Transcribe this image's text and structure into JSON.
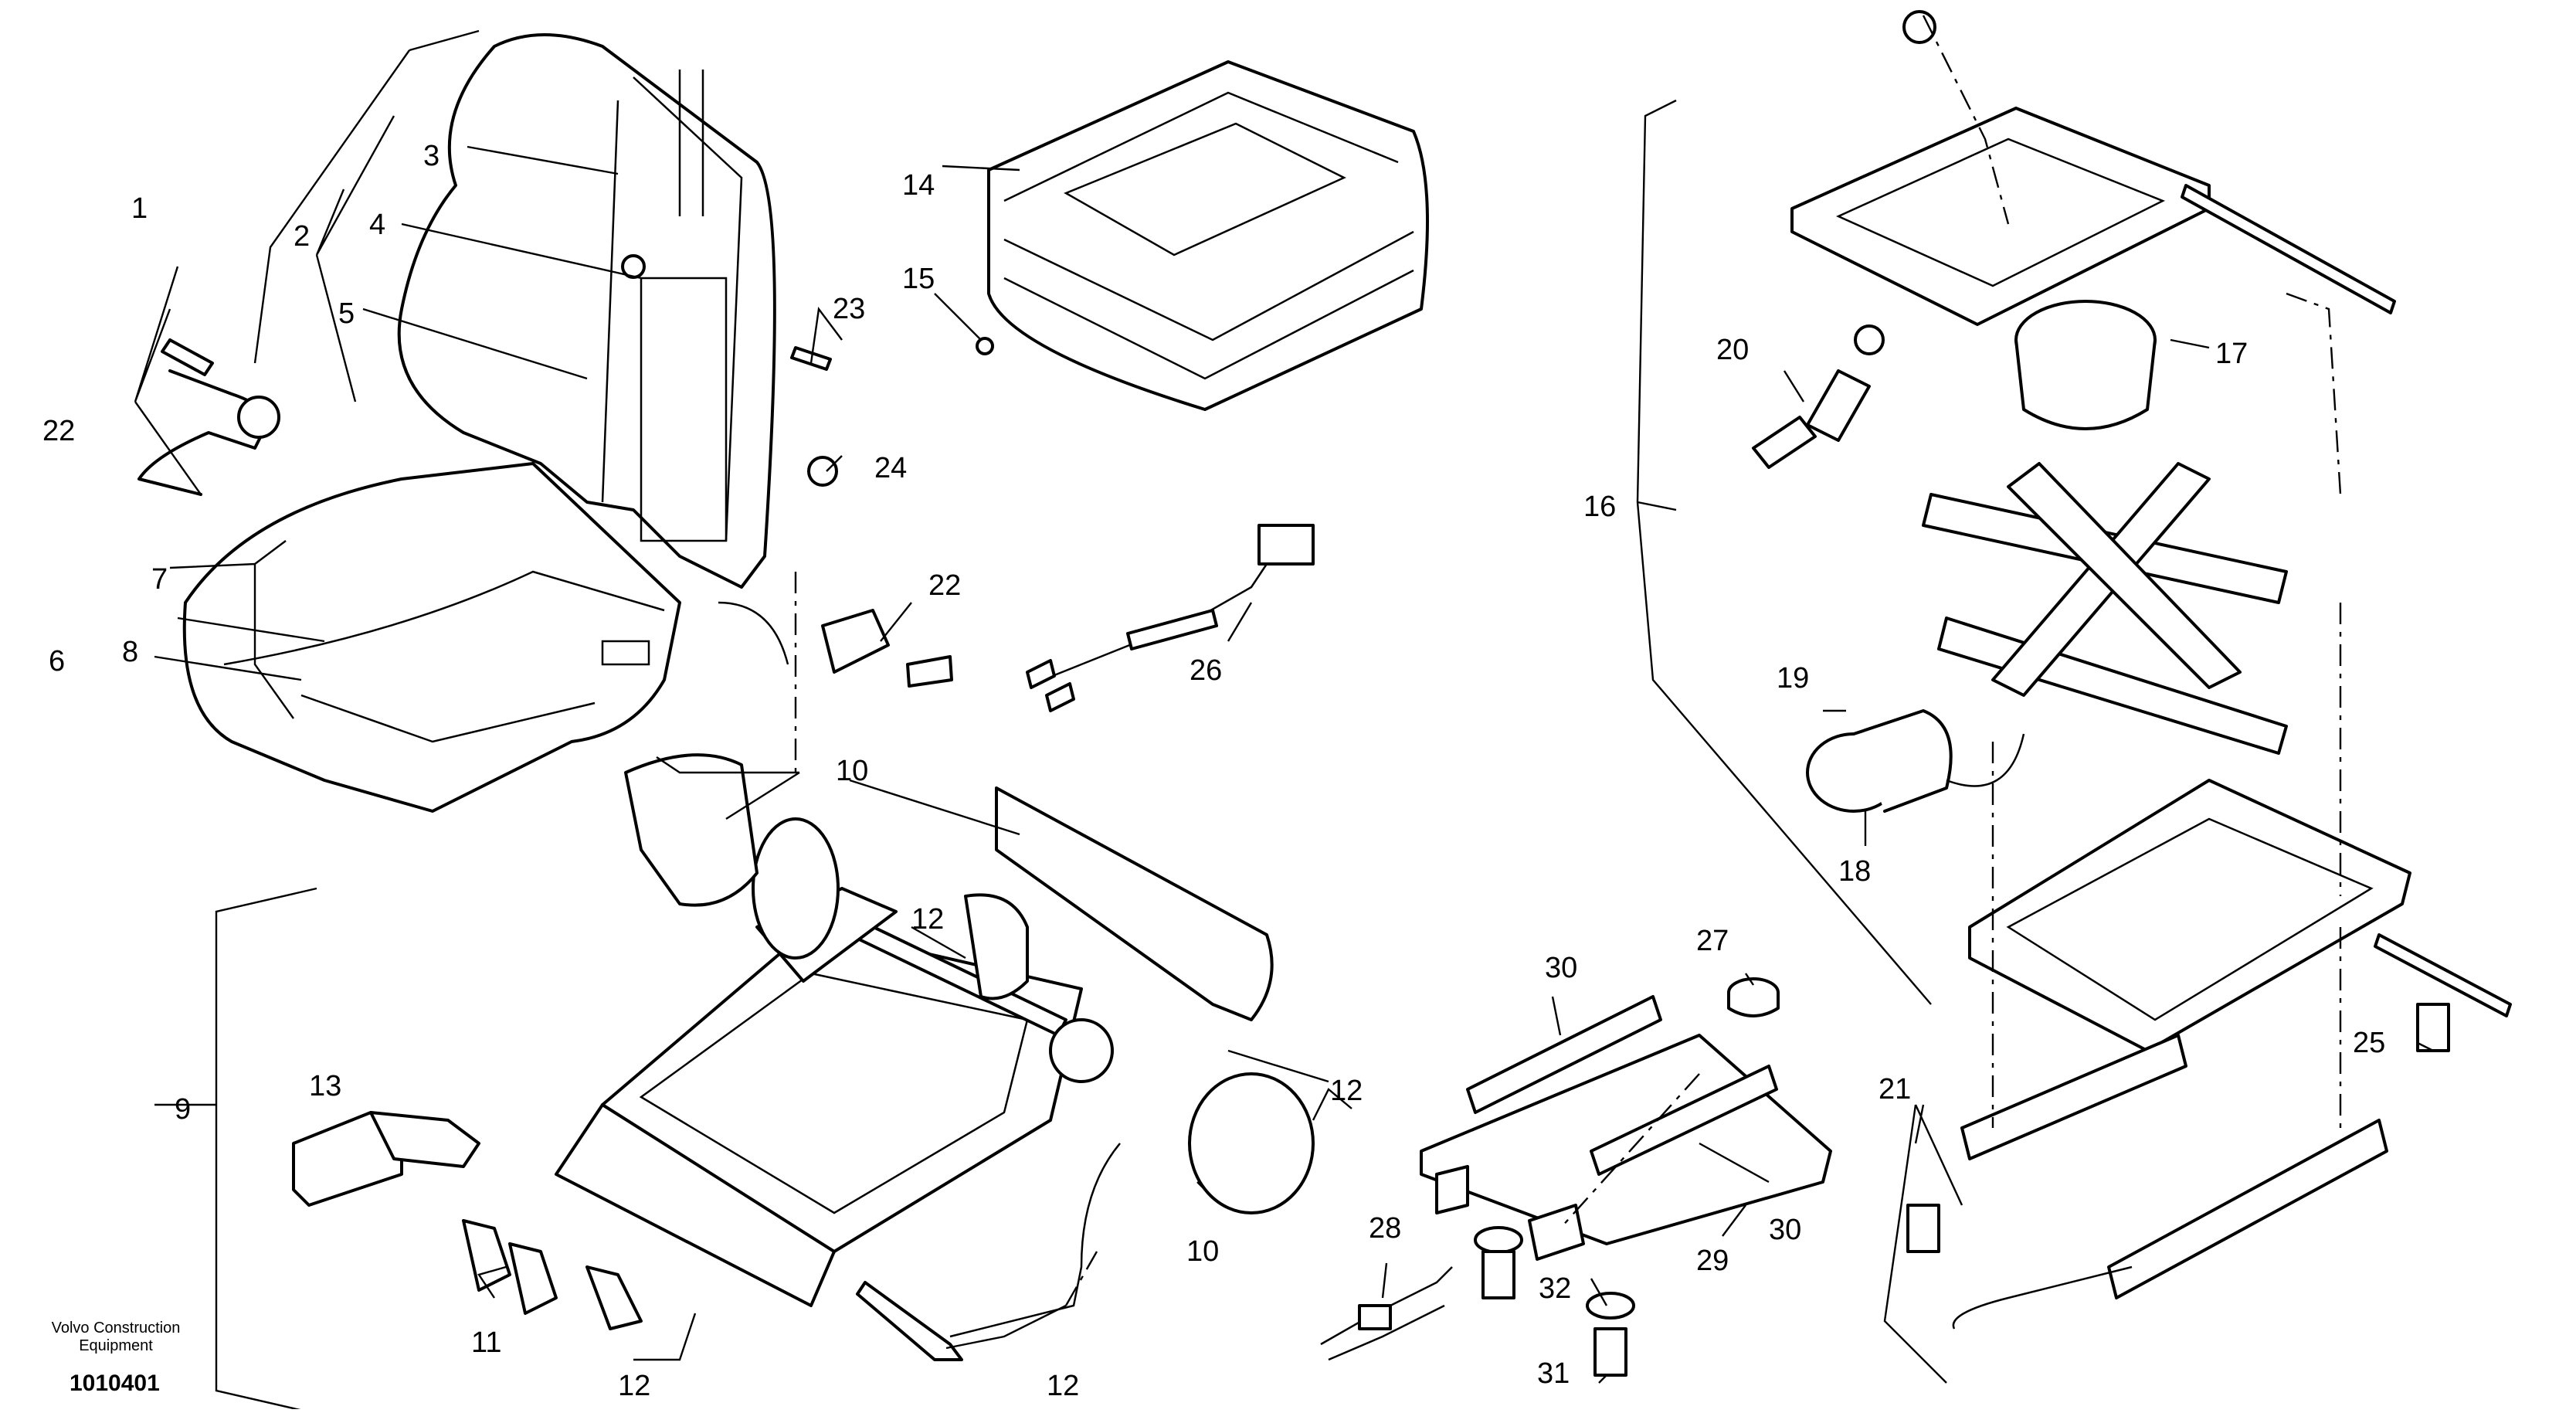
{
  "publisher": {
    "line1": "Volvo Construction",
    "line2": "Equipment"
  },
  "drawing_number": "1010401",
  "callouts": [
    "1",
    "2",
    "3",
    "4",
    "5",
    "6",
    "7",
    "8",
    "9",
    "10",
    "11",
    "12",
    "13",
    "14",
    "15",
    "16",
    "17",
    "18",
    "19",
    "20",
    "21",
    "22",
    "23",
    "24",
    "25",
    "26",
    "27",
    "28",
    "29",
    "30",
    "31",
    "32"
  ]
}
